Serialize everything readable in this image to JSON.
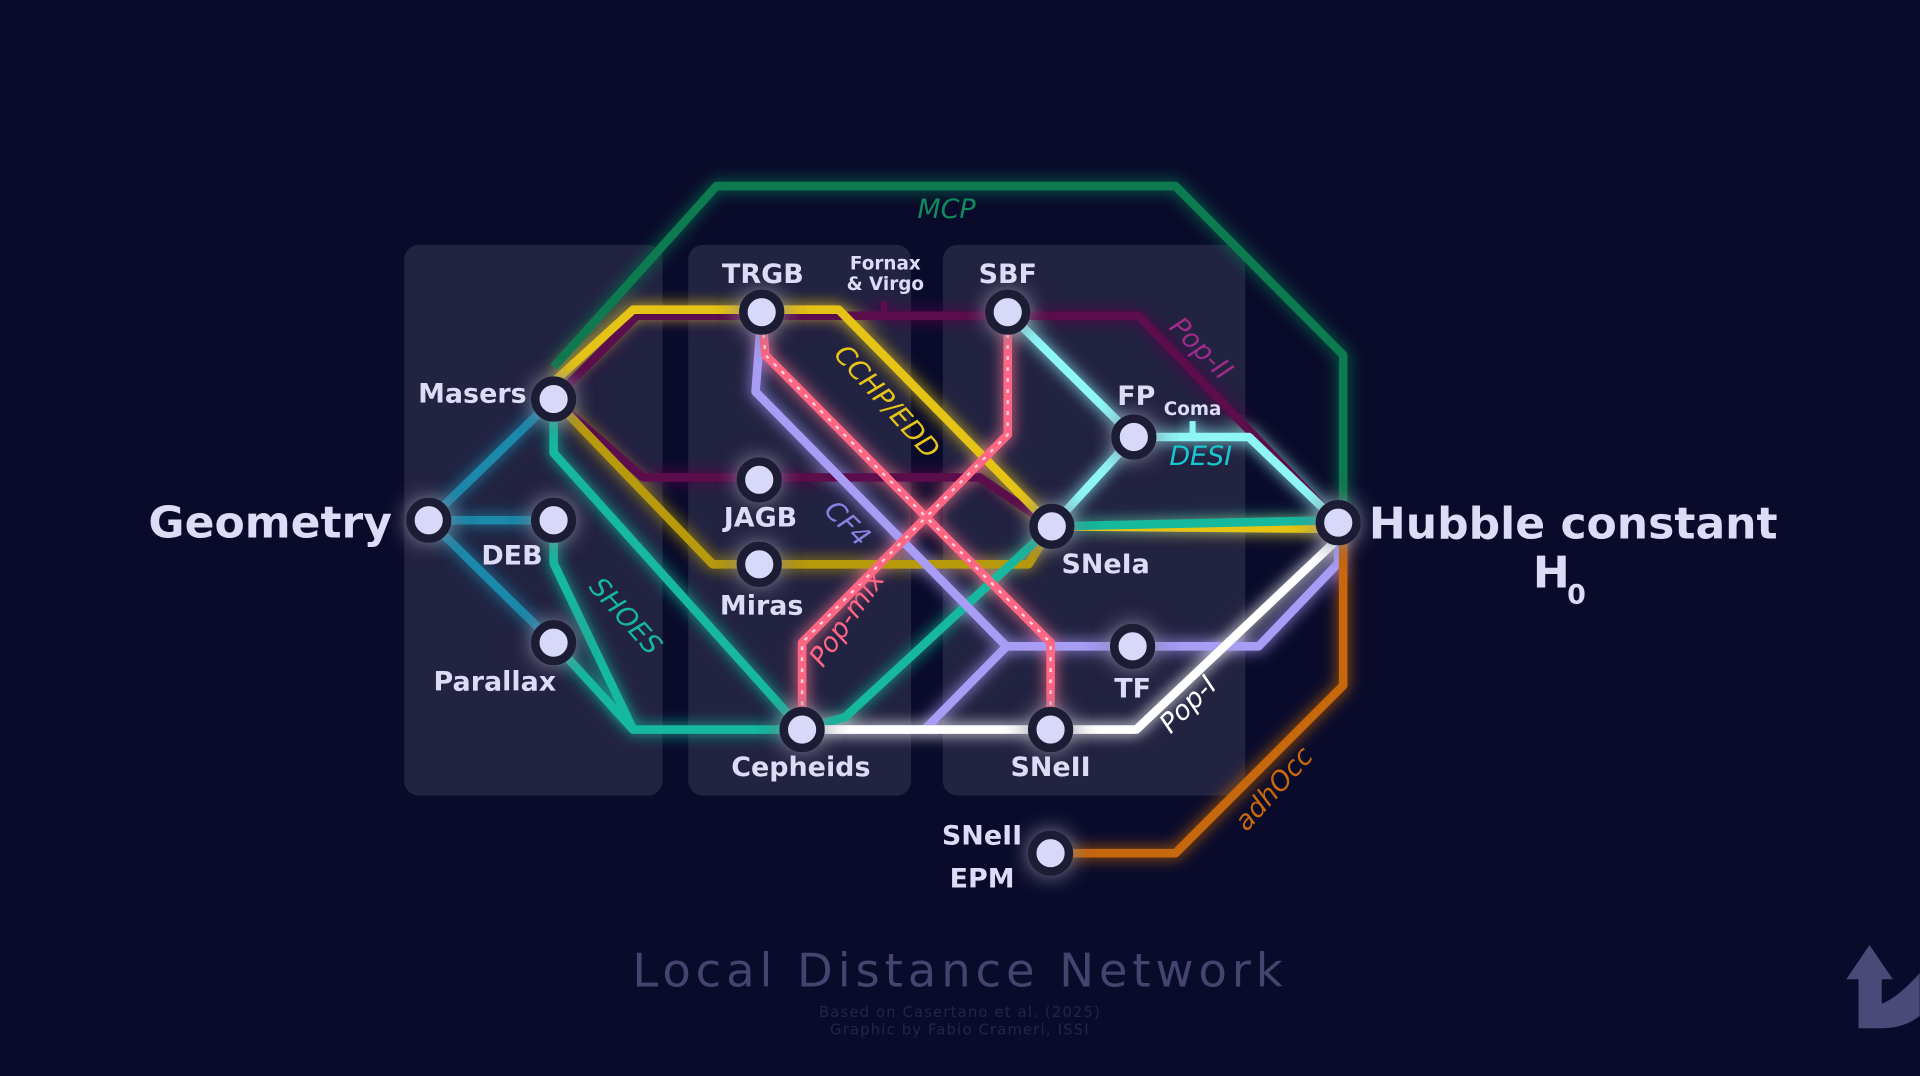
{
  "title": "Local Distance Network",
  "credits": [
    "Based on Casertano et al. (2025)",
    "Graphic by Fabio Crameri, ISSI"
  ],
  "nodes": {
    "geometry": "Geometry",
    "masers": "Masers",
    "deb": "DEB",
    "parallax": "Parallax",
    "trgb": "TRGB",
    "jagb": "JAGB",
    "miras": "Miras",
    "cepheids": "Cepheids",
    "sbf": "SBF",
    "fp": "FP",
    "snia": "SNeIa",
    "tf": "TF",
    "snii": "SNeII",
    "snii_epm_1": "SNeII",
    "snii_epm_2": "EPM",
    "hubble_1": "Hubble constant",
    "hubble_2": "H",
    "hubble_sub": "0"
  },
  "annotations": {
    "fornax_1": "Fornax",
    "fornax_2": "& Virgo",
    "coma": "Coma"
  },
  "lines": {
    "mcp": {
      "name": "MCP",
      "color": "#0e7a50"
    },
    "cchp": {
      "name": "CCHP/EDD",
      "color": "#e6c418"
    },
    "pop2": {
      "name": "Pop-II",
      "color": "#5c0a4c"
    },
    "shoes": {
      "name": "SHOES",
      "color": "#14b89e"
    },
    "cf4": {
      "name": "CF4",
      "color": "#a89cf5"
    },
    "popmix": {
      "name": "Pop-mix",
      "color": "#ff6684"
    },
    "desi": {
      "name": "DESI",
      "color": "#8ff6f6"
    },
    "pop1": {
      "name": "Pop-I",
      "color": "#ffffff"
    },
    "adhocc": {
      "name": "adhOcc",
      "color": "#c8680c"
    },
    "geometry": {
      "color": "#1a88aa"
    }
  },
  "logo": "arrow-logo-icon"
}
